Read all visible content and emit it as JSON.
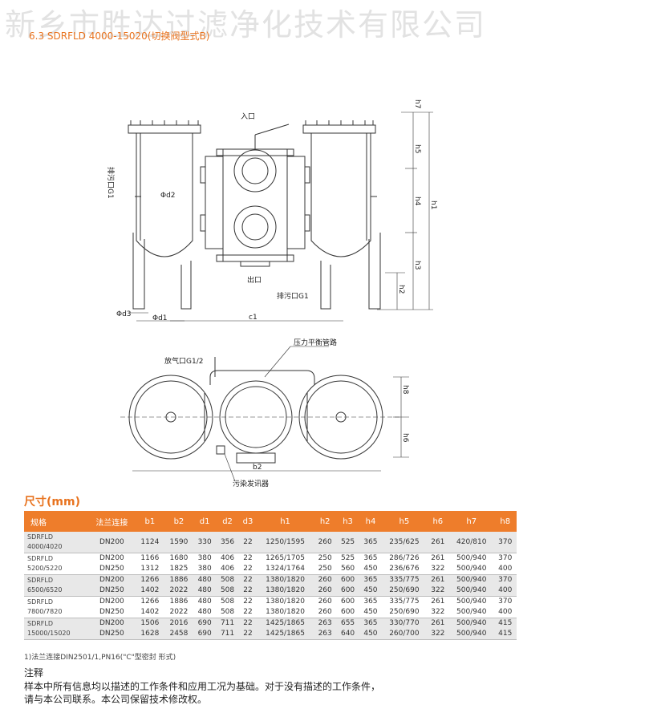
{
  "watermark": "新乡市胜达过滤净化技术有限公司",
  "section_title": "6.3 SDRFLD 4000-15020(切换阀型式B)",
  "drawing_labels": {
    "inlet": "入口",
    "outlet": "出口",
    "drain_left": "排污口G1",
    "drain_right": "排污口G1",
    "vent": "放气口G1/2",
    "pressure_line": "压力平衡管路",
    "pollution_indicator": "污染发讯器",
    "phi_d2": "Φd2",
    "phi_d3": "Φd3",
    "phi_d1": "Φd1",
    "c1": "c1",
    "b2": "b2",
    "h1": "h1",
    "h2": "h2",
    "h3": "h3",
    "h4": "h4",
    "h5": "h5",
    "h6": "h6",
    "h7": "h7",
    "h8": "h8"
  },
  "dimensions": {
    "title": "尺寸(mm)",
    "headers": [
      "规格",
      "法兰连接",
      "b1",
      "b2",
      "d1",
      "d2",
      "d3",
      "h1",
      "h2",
      "h3",
      "h4",
      "h5",
      "h6",
      "h7",
      "h8"
    ],
    "groups": [
      {
        "model_line1": "SDRFLD",
        "model_line2": "4000/4020",
        "shaded": true,
        "rows": [
          [
            "DN200",
            "1124",
            "1590",
            "330",
            "356",
            "22",
            "1250/1595",
            "260",
            "525",
            "365",
            "235/625",
            "261",
            "420/810",
            "370"
          ]
        ]
      },
      {
        "model_line1": "SDRFLD",
        "model_line2": "5200/5220",
        "shaded": false,
        "rows": [
          [
            "DN200",
            "1166",
            "1680",
            "380",
            "406",
            "22",
            "1265/1705",
            "250",
            "525",
            "365",
            "286/726",
            "261",
            "500/940",
            "370"
          ],
          [
            "DN250",
            "1312",
            "1825",
            "380",
            "406",
            "22",
            "1324/1764",
            "250",
            "560",
            "450",
            "236/676",
            "322",
            "500/940",
            "400"
          ]
        ]
      },
      {
        "model_line1": "SDRFLD",
        "model_line2": "6500/6520",
        "shaded": true,
        "rows": [
          [
            "DN200",
            "1266",
            "1886",
            "480",
            "508",
            "22",
            "1380/1820",
            "260",
            "600",
            "365",
            "335/775",
            "261",
            "500/940",
            "370"
          ],
          [
            "DN250",
            "1402",
            "2022",
            "480",
            "508",
            "22",
            "1380/1820",
            "260",
            "600",
            "450",
            "250/690",
            "322",
            "500/940",
            "400"
          ]
        ]
      },
      {
        "model_line1": "SDRFLD",
        "model_line2": "7800/7820",
        "shaded": false,
        "rows": [
          [
            "DN200",
            "1266",
            "1886",
            "480",
            "508",
            "22",
            "1380/1820",
            "260",
            "600",
            "365",
            "335/775",
            "261",
            "500/940",
            "370"
          ],
          [
            "DN250",
            "1402",
            "2022",
            "480",
            "508",
            "22",
            "1380/1820",
            "260",
            "600",
            "450",
            "250/690",
            "322",
            "500/940",
            "400"
          ]
        ]
      },
      {
        "model_line1": "SDRFLD",
        "model_line2": "15000/15020",
        "shaded": true,
        "rows": [
          [
            "DN200",
            "1506",
            "2016",
            "690",
            "711",
            "22",
            "1425/1865",
            "263",
            "655",
            "365",
            "330/770",
            "261",
            "500/940",
            "415"
          ],
          [
            "DN250",
            "1628",
            "2458",
            "690",
            "711",
            "22",
            "1425/1865",
            "263",
            "640",
            "450",
            "260/700",
            "322",
            "500/940",
            "415"
          ]
        ]
      }
    ]
  },
  "footnote": "1)法兰连接DIN2501/1,PN16(\"C\"型密封 形式)",
  "notes": {
    "title": "注释",
    "line1": "样本中所有信息均以描述的工作条件和应用工况为基础。对于没有描述的工作条件，",
    "line2": "请与本公司联系。本公司保留技术修改权。"
  }
}
